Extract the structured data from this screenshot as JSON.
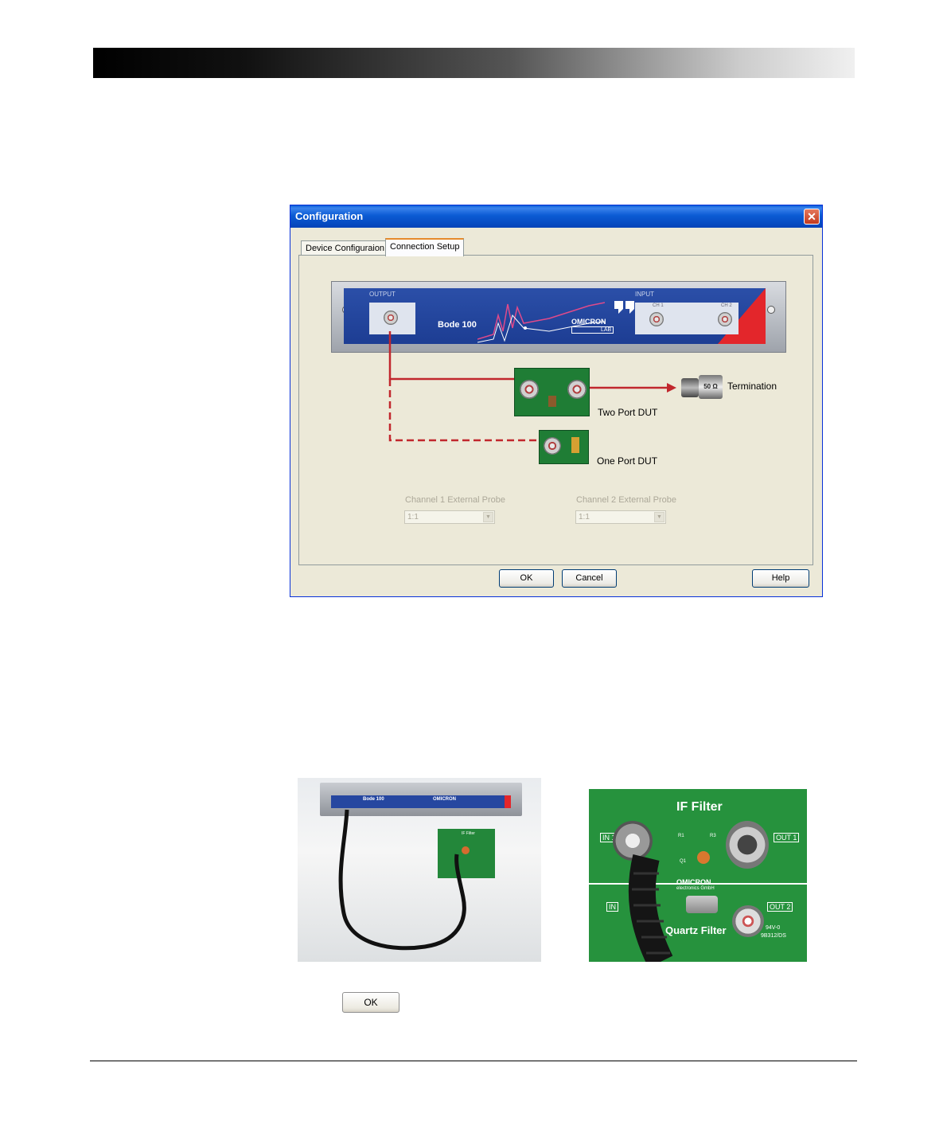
{
  "dialog": {
    "title": "Configuration",
    "close_glyph": "✕",
    "tabs": [
      {
        "label": "Device Configuraion",
        "active": false
      },
      {
        "label": "Connection Setup",
        "active": true
      }
    ],
    "device": {
      "output_label": "OUTPUT",
      "input_label": "INPUT",
      "ch1_label": "CH 1",
      "ch2_label": "CH 2",
      "model": "Bode 100",
      "brand": "OMICRON",
      "brand_sub": "LAB"
    },
    "diagram": {
      "termination_label": "Termination",
      "termination_text": "50 Ω",
      "two_port_label": "Two Port DUT",
      "one_port_label": "One Port DUT"
    },
    "probes": [
      {
        "label": "Channel 1 External Probe",
        "value": "1:1"
      },
      {
        "label": "Channel 2 External Probe",
        "value": "1:1"
      }
    ],
    "buttons": {
      "ok": "OK",
      "cancel": "Cancel",
      "help": "Help"
    }
  },
  "photos": {
    "left": {
      "model": "Bode 100",
      "brand": "OMICRON",
      "board": "IF Filter"
    },
    "right": {
      "title": "IF Filter",
      "in1": "IN 1",
      "out1": "OUT 1",
      "in2": "IN",
      "out2": "OUT 2",
      "brand": "OMICRON",
      "brand_sub": "electronics GmbH",
      "footer": "Quartz Filter",
      "code": "94V-0",
      "part": "9B312/DS",
      "r1": "R1",
      "r3": "R3",
      "q1": "Q1"
    }
  },
  "ok_button_label": "OK",
  "colors": {
    "title_blue": "#0b5bd4",
    "device_blue": "#1d3d93",
    "wire_red": "#c1272d",
    "pcb_green": "#1f7d35"
  }
}
